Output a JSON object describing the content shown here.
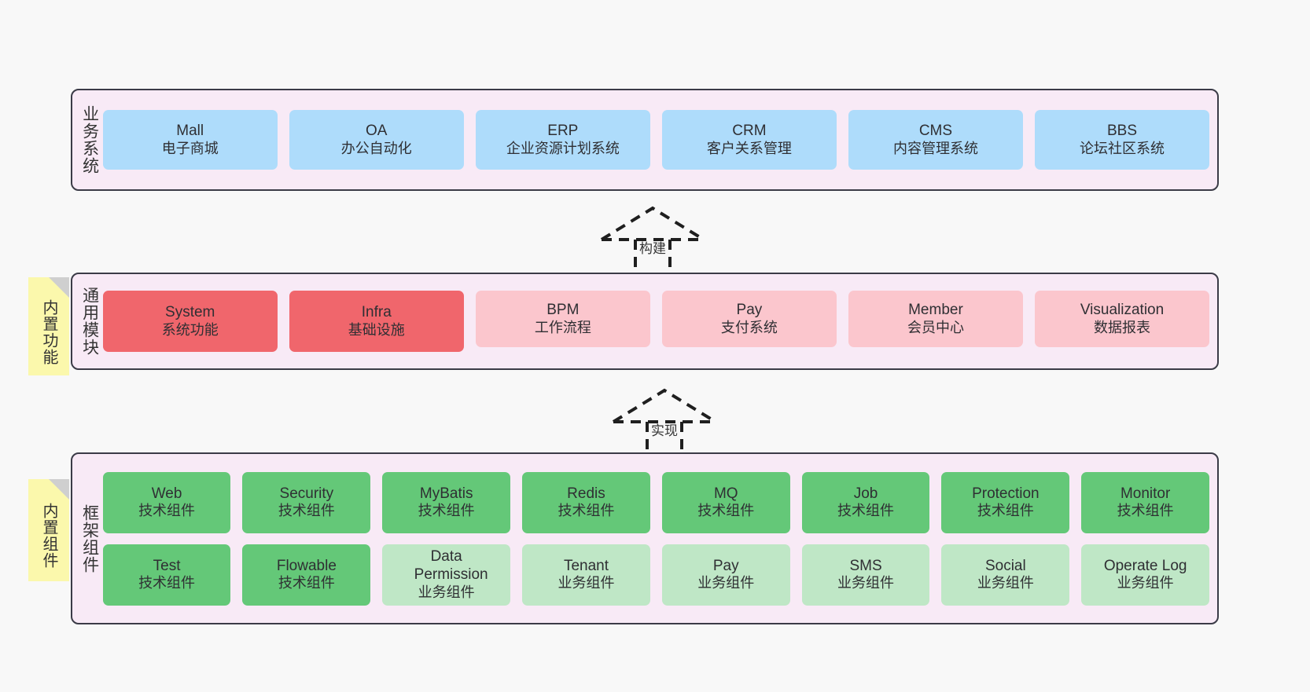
{
  "diagram": {
    "background_color": "#f8f8f8",
    "layer_fill": "#f8eaf6",
    "layer_border": "#3b3b47",
    "colors": {
      "blue": "#aedcfb",
      "red": "#f0666c",
      "pink": "#fbc6cd",
      "green": "#64c878",
      "green_light": "#bfe7c6",
      "sticky": "#fbf8ac",
      "sticky_fold": "#cfcfcf"
    }
  },
  "layers": [
    {
      "id": "business-systems",
      "title": "业务系统",
      "rows": [
        {
          "nodes": [
            {
              "en": "Mall",
              "cn": "电子商城",
              "color": "blue"
            },
            {
              "en": "OA",
              "cn": "办公自动化",
              "color": "blue"
            },
            {
              "en": "ERP",
              "cn": "企业资源计划系统",
              "color": "blue"
            },
            {
              "en": "CRM",
              "cn": "客户关系管理",
              "color": "blue"
            },
            {
              "en": "CMS",
              "cn": "内容管理系统",
              "color": "blue"
            },
            {
              "en": "BBS",
              "cn": "论坛社区系统",
              "color": "blue"
            }
          ]
        }
      ]
    },
    {
      "id": "common-modules",
      "title": "通用模块",
      "sticky": "内置功能",
      "rows": [
        {
          "nodes": [
            {
              "en": "System",
              "cn": "系统功能",
              "color": "red"
            },
            {
              "en": "Infra",
              "cn": "基础设施",
              "color": "red"
            },
            {
              "en": "BPM",
              "cn": "工作流程",
              "color": "pink"
            },
            {
              "en": "Pay",
              "cn": "支付系统",
              "color": "pink"
            },
            {
              "en": "Member",
              "cn": "会员中心",
              "color": "pink"
            },
            {
              "en": "Visualization",
              "cn": "数据报表",
              "color": "pink"
            }
          ]
        }
      ]
    },
    {
      "id": "framework-components",
      "title": "框架组件",
      "sticky": "内置组件",
      "rows": [
        {
          "nodes": [
            {
              "en": "Web",
              "cn": "技术组件",
              "color": "green"
            },
            {
              "en": "Security",
              "cn": "技术组件",
              "color": "green"
            },
            {
              "en": "MyBatis",
              "cn": "技术组件",
              "color": "green"
            },
            {
              "en": "Redis",
              "cn": "技术组件",
              "color": "green"
            },
            {
              "en": "MQ",
              "cn": "技术组件",
              "color": "green"
            },
            {
              "en": "Job",
              "cn": "技术组件",
              "color": "green"
            },
            {
              "en": "Protection",
              "cn": "技术组件",
              "color": "green"
            },
            {
              "en": "Monitor",
              "cn": "技术组件",
              "color": "green"
            }
          ]
        },
        {
          "nodes": [
            {
              "en": "Test",
              "cn": "技术组件",
              "color": "green"
            },
            {
              "en": "Flowable",
              "cn": "技术组件",
              "color": "green"
            },
            {
              "en": "Data Permission",
              "cn": "业务组件",
              "color": "green_light"
            },
            {
              "en": "Tenant",
              "cn": "业务组件",
              "color": "green_light"
            },
            {
              "en": "Pay",
              "cn": "业务组件",
              "color": "green_light"
            },
            {
              "en": "SMS",
              "cn": "业务组件",
              "color": "green_light"
            },
            {
              "en": "Social",
              "cn": "业务组件",
              "color": "green_light"
            },
            {
              "en": "Operate Log",
              "cn": "业务组件",
              "color": "green_light"
            }
          ]
        }
      ]
    }
  ],
  "connectors": [
    {
      "id": "build",
      "label": "构建"
    },
    {
      "id": "implement",
      "label": "实现"
    }
  ]
}
